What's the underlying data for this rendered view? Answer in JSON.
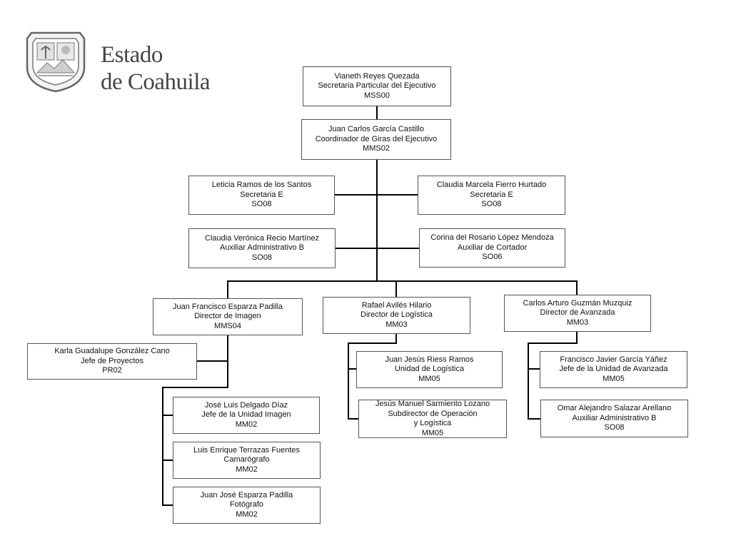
{
  "header": {
    "logo_icon": "coahuila-coat-of-arms-icon",
    "brand_line1": "Estado",
    "brand_line2": "de Coahuila"
  },
  "org": {
    "vianeth": {
      "name": "Vianeth Reyes Quezada",
      "role": "Secretaria Particular del Ejecutivo",
      "code": "MSS00"
    },
    "juan_carlos": {
      "name": "Juan Carlos García Castillo",
      "role": "Coordinador de Giras del Ejecutivo",
      "code": "MMS02"
    },
    "leticia": {
      "name": "Leticia Ramos  de los Santos",
      "role": "Secretaria  E",
      "code": "SO08"
    },
    "claudia_marcela": {
      "name": "Claudia  Marcela Fierro Hurtado",
      "role": "Secretaria E",
      "code": "SO08"
    },
    "claudia_veronica": {
      "name": "Claudia Verónica  Recio Martínez",
      "role": "Auxiliar Administrativo B",
      "code": "SO08"
    },
    "corina": {
      "name": "Corina del Rosario López Mendoza",
      "role": "Auxiliar de Cortador",
      "code": "SO06"
    },
    "juan_francisco": {
      "name": "Juan Francisco Esparza Padilla",
      "role": "Director de Imagen",
      "code": "MMS04"
    },
    "rafael": {
      "name": "Rafael Avilés Hilario",
      "role": "Director de Logística",
      "code": "MM03"
    },
    "carlos_arturo": {
      "name": "Carlos Arturo Guzmán Muzquiz",
      "role": "Director de Avanzada",
      "code": "MM03"
    },
    "karla": {
      "name": "Karla Guadalupe González Cano",
      "role": "Jefe de Proyectos",
      "code": "PR02"
    },
    "jose_luis": {
      "name": "José Luis Delgado Díaz",
      "role": "Jefe de la Unidad Imagen",
      "code": "MM02"
    },
    "luis_enrique": {
      "name": "Luis Enrique Terrazas Fuentes",
      "role": "Camarógrafo",
      "code": "MM02"
    },
    "juan_jose": {
      "name": "Juan José Esparza Padilla",
      "role": "Fotógrafo",
      "code": "MM02"
    },
    "juan_jesus": {
      "name": "Juan Jesús Riess Ramos",
      "role": "Unidad de Logística",
      "code": "MM05"
    },
    "jesus_manuel": {
      "name": "Jesús Manuel  Sarmiento  Lozano",
      "role": "Subdirector de Operación",
      "role2": "y Logística",
      "code": "MM05"
    },
    "francisco": {
      "name": "Francisco Javier García Yáñez",
      "role": "Jefe de la Unidad de Avanzada",
      "code": "MM05"
    },
    "omar": {
      "name": "Omar Alejandro Salazar Arellano",
      "role": "Auxiliar Administrativo B",
      "code": "SO08"
    }
  }
}
